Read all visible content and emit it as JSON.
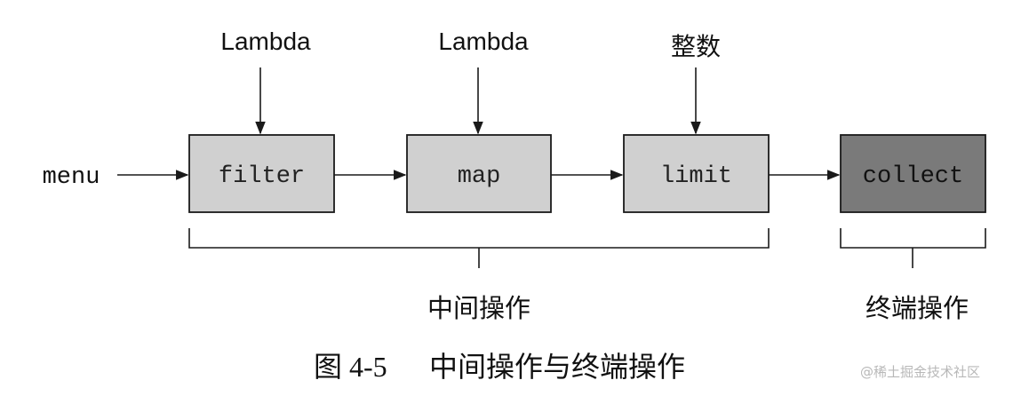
{
  "inputs": {
    "filter": "Lambda",
    "map": "Lambda",
    "limit": "整数"
  },
  "source": "menu",
  "operations": {
    "filter": "filter",
    "map": "map",
    "limit": "limit",
    "collect": "collect"
  },
  "groups": {
    "intermediate": "中间操作",
    "terminal": "终端操作"
  },
  "caption": {
    "figure_number": "图 4-5",
    "title": "中间操作与终端操作"
  },
  "watermark": "@稀土掘金技术社区",
  "colors": {
    "intermediate_box": "#d0d0d0",
    "terminal_box": "#7a7a7a",
    "stroke": "#1a1a1a"
  }
}
